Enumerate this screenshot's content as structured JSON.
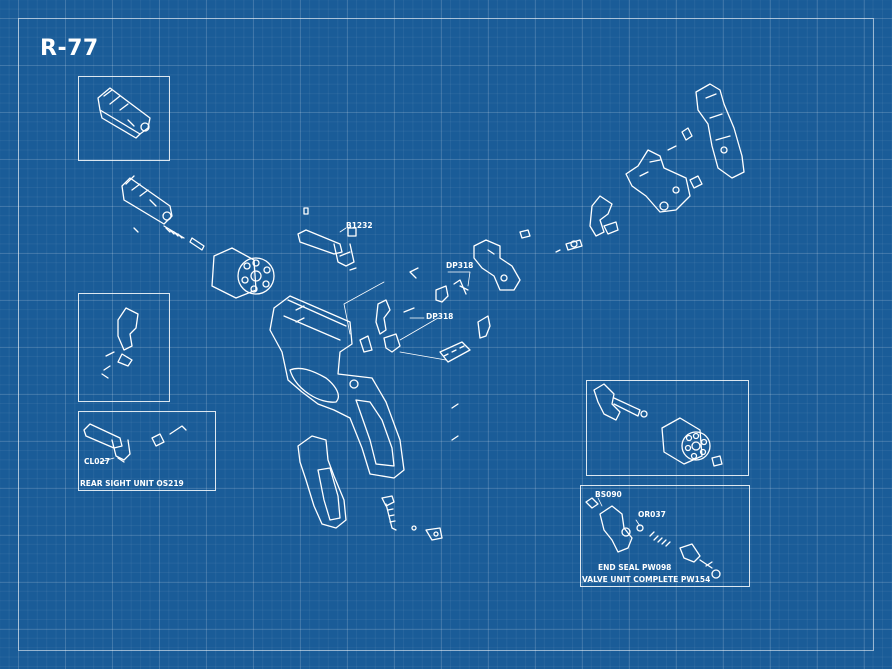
{
  "title": "R-77",
  "colors": {
    "background": "#1a5c98",
    "line": "#ffffff"
  },
  "callouts": {
    "b1232": "B1232",
    "dp318_a": "DP318",
    "dp318_b": "DP318",
    "cl027": "CL027",
    "rear_sight_unit": "REAR SIGHT UNIT OS219",
    "bs090": "BS090",
    "or037": "OR037",
    "end_seal": "END SEAL PW098",
    "valve_unit": "VALVE UNIT COMPLETE PW154"
  }
}
